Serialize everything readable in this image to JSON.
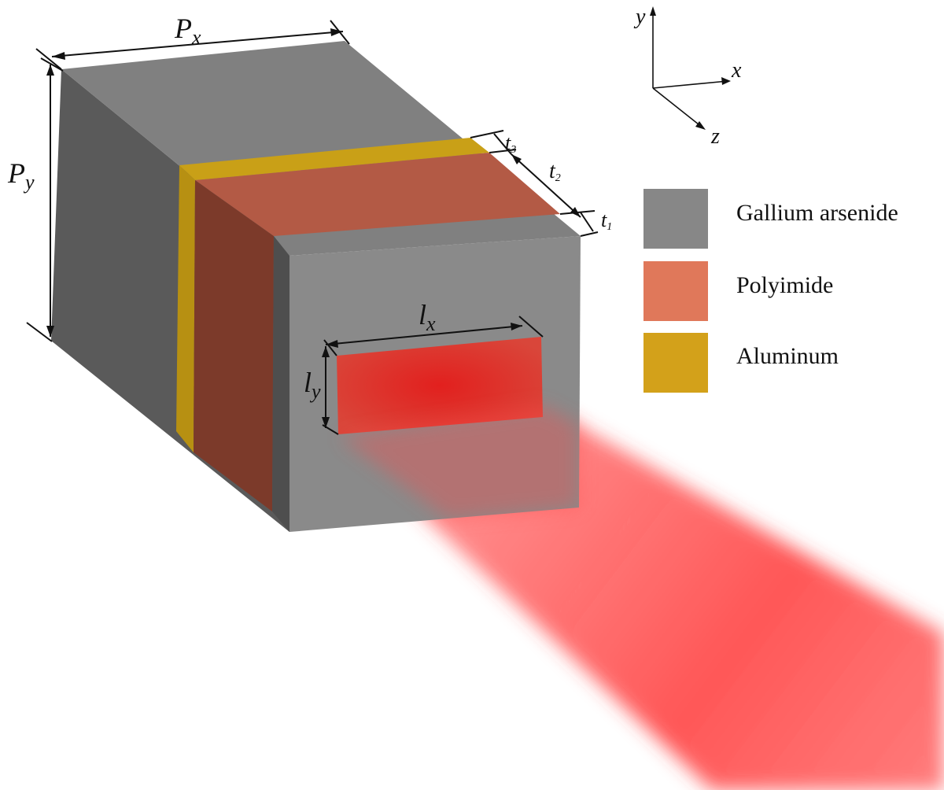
{
  "legend": [
    {
      "label": "Gallium arsenide",
      "color": "#878787"
    },
    {
      "label": "Polyimide",
      "color": "#e0785a"
    },
    {
      "label": "Aluminum",
      "color": "#d3a11a"
    }
  ],
  "dimensions": {
    "px": {
      "main": "P",
      "sub": "x"
    },
    "py": {
      "main": "P",
      "sub": "y"
    },
    "lx": {
      "main": "l",
      "sub": "x"
    },
    "ly": {
      "main": "l",
      "sub": "y"
    },
    "t1": {
      "main": "t",
      "sub": "1"
    },
    "t2": {
      "main": "t",
      "sub": "2"
    },
    "t3": {
      "main": "t",
      "sub": "3"
    }
  },
  "axes": {
    "x": "x",
    "y": "y",
    "z": "z"
  },
  "colors": {
    "gaas_top": "#7f7f7f",
    "gaas_left": "#5b5b5b",
    "gaas_front": "#8a8a8a",
    "aluminum": "#c9a017",
    "polyimide_top": "#b35a45",
    "polyimide_side": "#7f3b2a",
    "aperture": "#e03a30",
    "beam": "#ff4040"
  }
}
